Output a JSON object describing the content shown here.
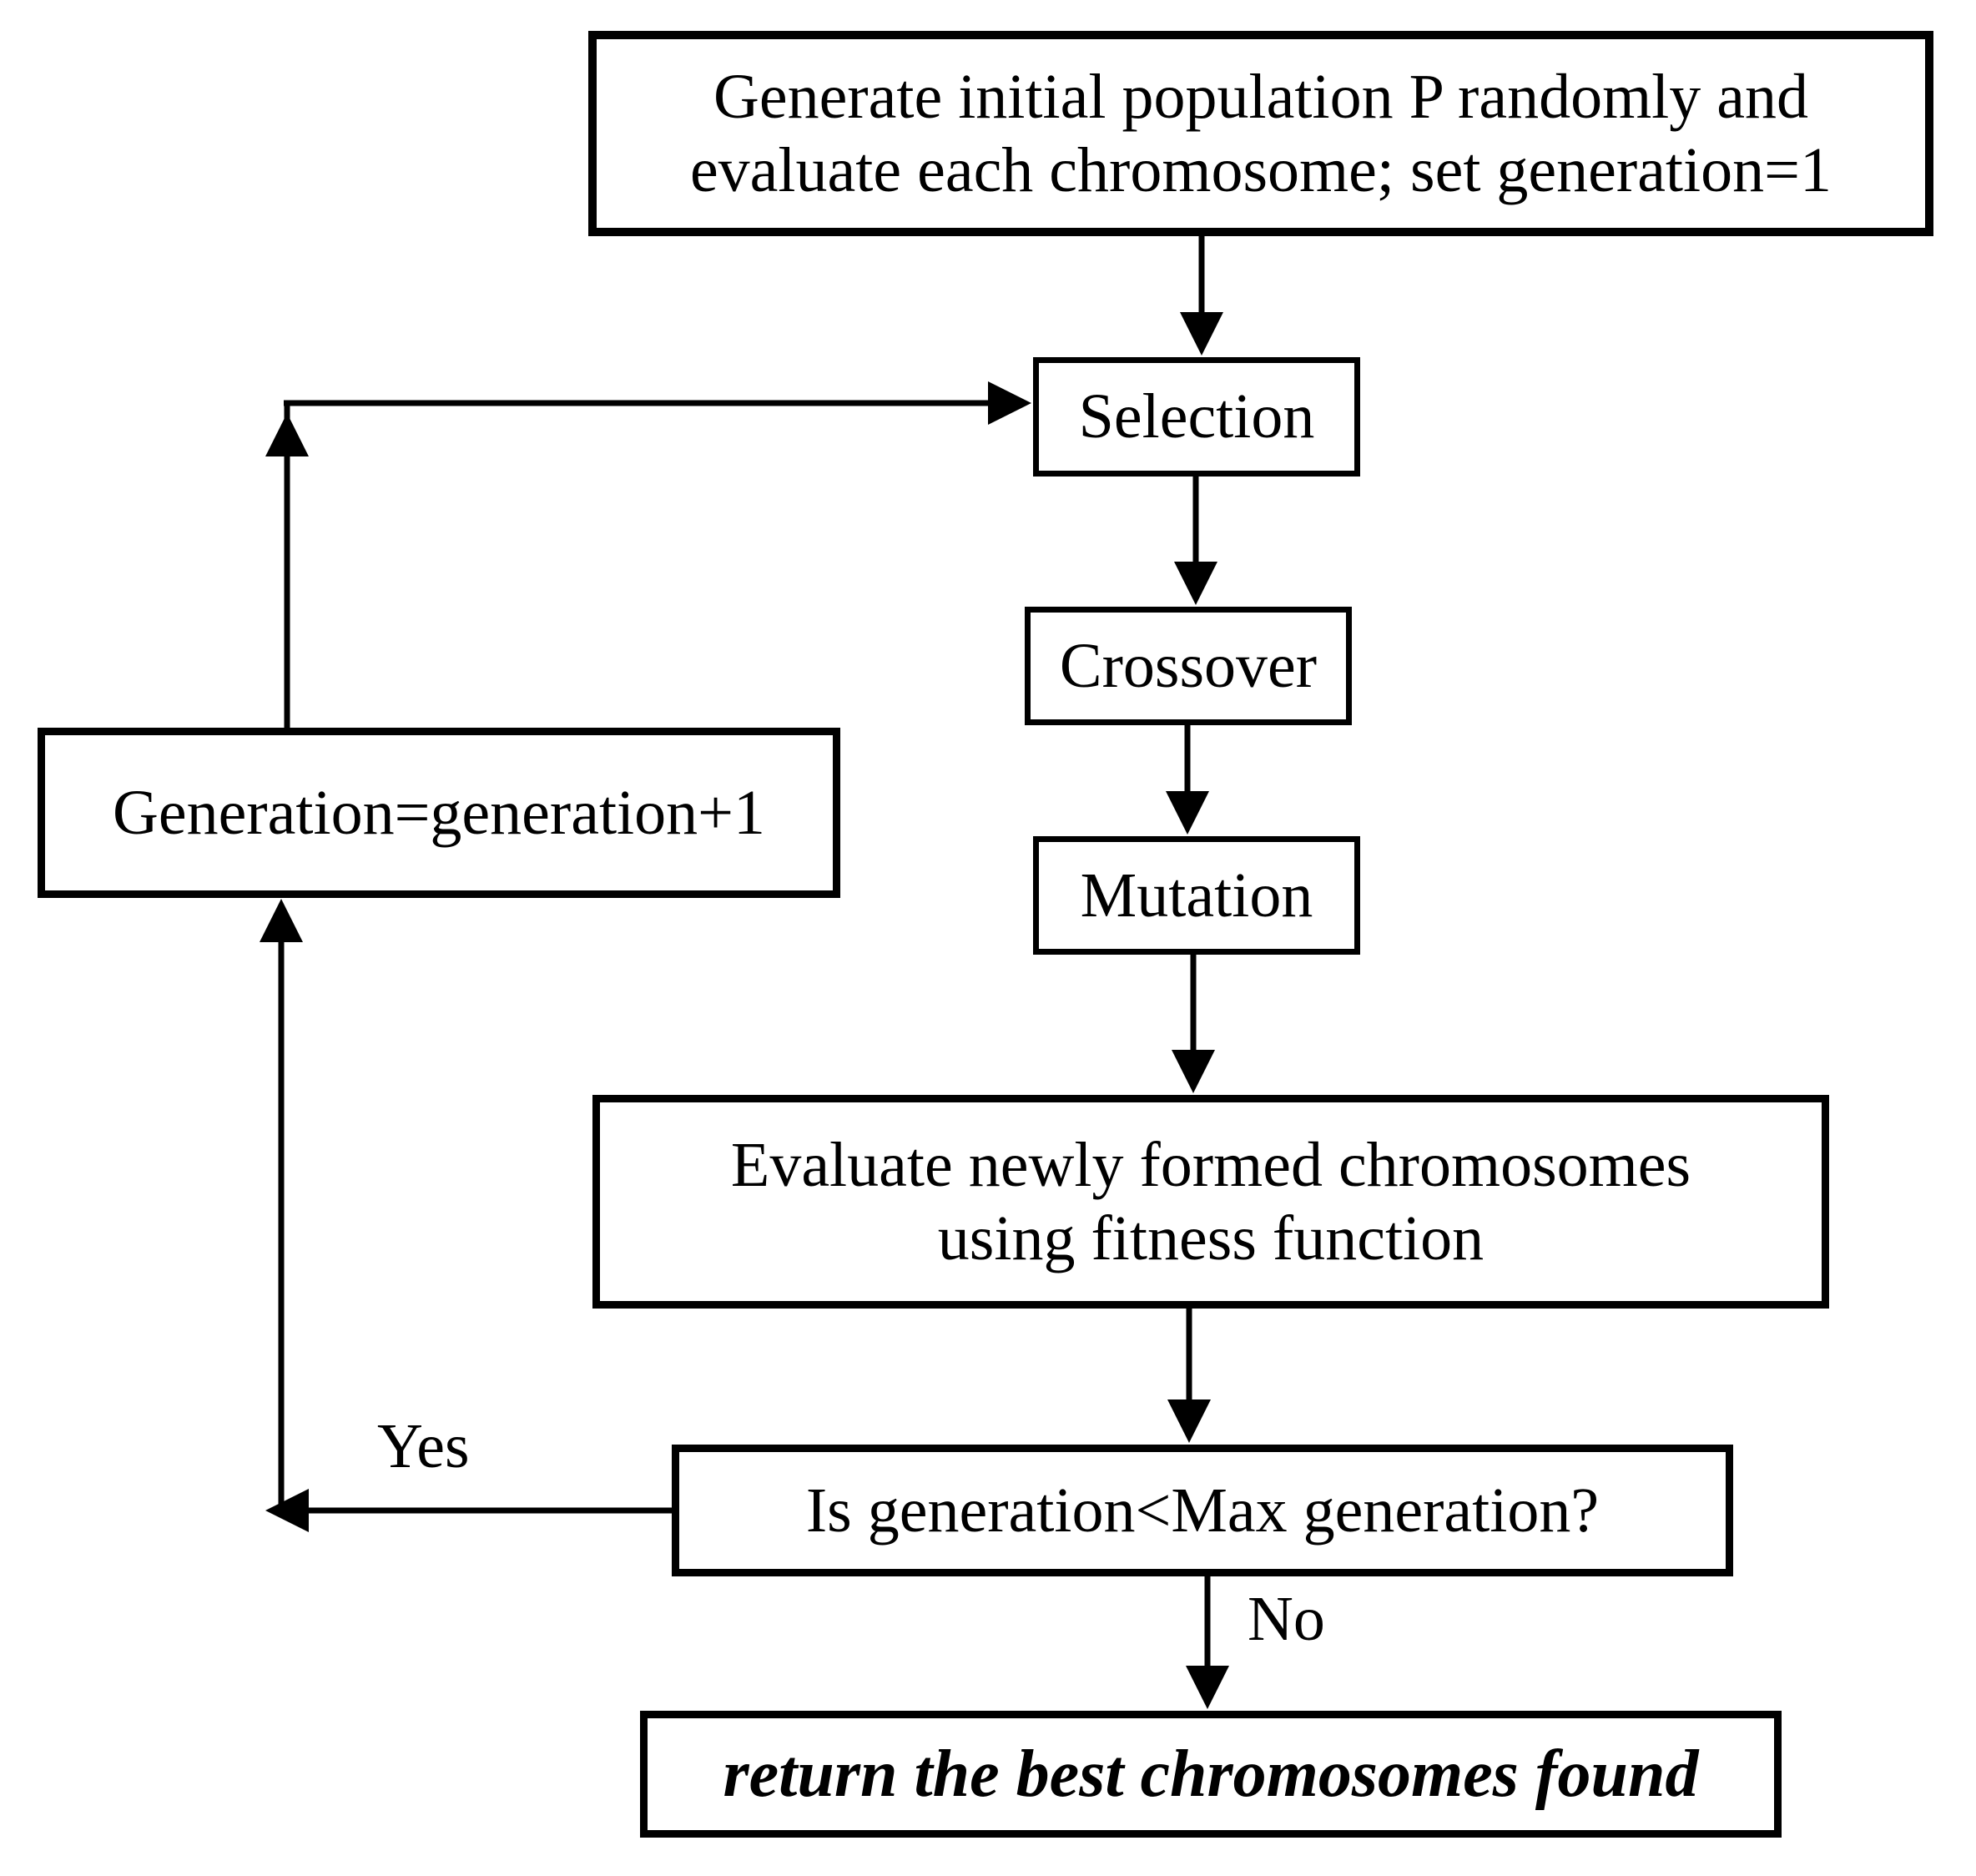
{
  "nodes": {
    "start": {
      "lines": [
        "Generate initial population P randomly and",
        "evaluate each chromosome; set generation=1"
      ]
    },
    "selection": {
      "label": "Selection"
    },
    "crossover": {
      "label": "Crossover"
    },
    "mutation": {
      "label": "Mutation"
    },
    "evaluate": {
      "lines": [
        "Evaluate newly formed chromosomes",
        "using fitness function"
      ]
    },
    "decision": {
      "label": "Is generation<Max generation?"
    },
    "increment": {
      "label": "Generation=generation+1"
    },
    "return": {
      "label": "return the best chromosomes found"
    }
  },
  "edge_labels": {
    "yes": "Yes",
    "no": "No"
  },
  "colors": {
    "line": "#000000",
    "background": "#ffffff"
  }
}
